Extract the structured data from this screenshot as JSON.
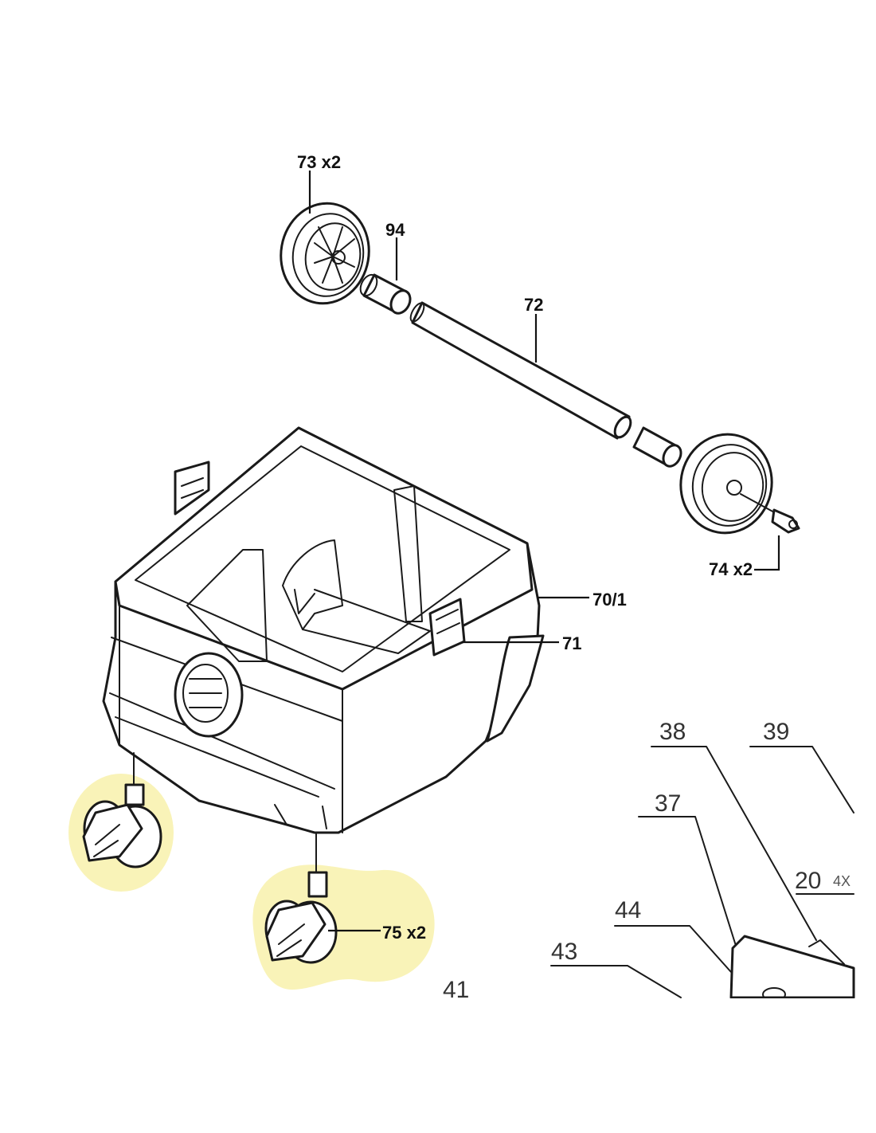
{
  "highlight_color": "#f9f3b8",
  "labels": {
    "wheel": "73 x2",
    "bushing": "94",
    "axle": "72",
    "bolt": "74 x2",
    "tank": "70/1",
    "clip": "71",
    "caster": "75 x2",
    "p38": "38",
    "p39": "39",
    "p37": "37",
    "p20": "20",
    "p20_qty": "4X",
    "p44": "44",
    "p43": "43",
    "p41": "41"
  }
}
